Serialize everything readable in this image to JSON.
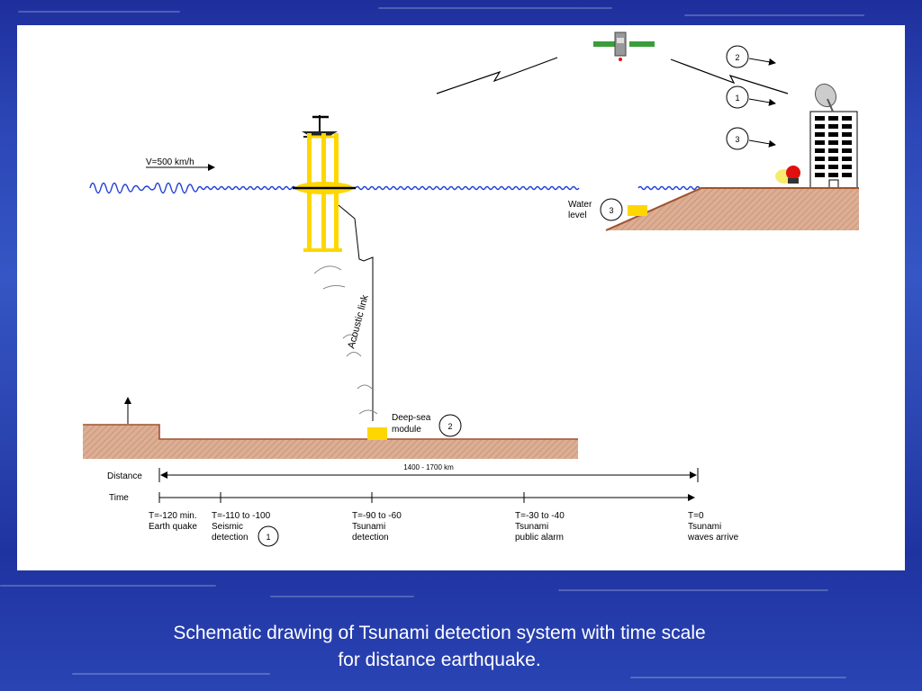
{
  "diagram": {
    "speed_label": "V=500 km/h",
    "acoustic_link_label": "Acoustic link",
    "deep_sea": {
      "line1": "Deep-sea",
      "line2": "module",
      "marker": "2"
    },
    "water_level": {
      "line1": "Water",
      "line2": "level",
      "marker": "3"
    },
    "satellite_arrows": [
      {
        "marker": "2"
      },
      {
        "marker": "1"
      },
      {
        "marker": "3"
      }
    ],
    "distance_label": "Distance",
    "distance_range": "1400 - 1700 km",
    "time_label": "Time",
    "timeline": [
      {
        "line1": "T=-120 min.",
        "line2": "Earth quake",
        "line3": ""
      },
      {
        "line1": "T=-110 to -100",
        "line2": "Seismic",
        "line3": "detection",
        "marker": "1"
      },
      {
        "line1": "T=-90 to -60",
        "line2": "Tsunami",
        "line3": "detection"
      },
      {
        "line1": "T=-30 to -40",
        "line2": "Tsunami",
        "line3": "public alarm"
      },
      {
        "line1": "T=0",
        "line2": "Tsunami",
        "line3": "waves arrive"
      }
    ],
    "colors": {
      "buoy": "#ffd700",
      "wave": "#1f3fd6",
      "ground": "#d8a88e",
      "ground_edge": "#a0522d",
      "alarm": "#e01010"
    }
  },
  "caption": {
    "line1": "Schematic drawing of Tsunami detection system with time scale",
    "line2": "for distance earthquake."
  }
}
